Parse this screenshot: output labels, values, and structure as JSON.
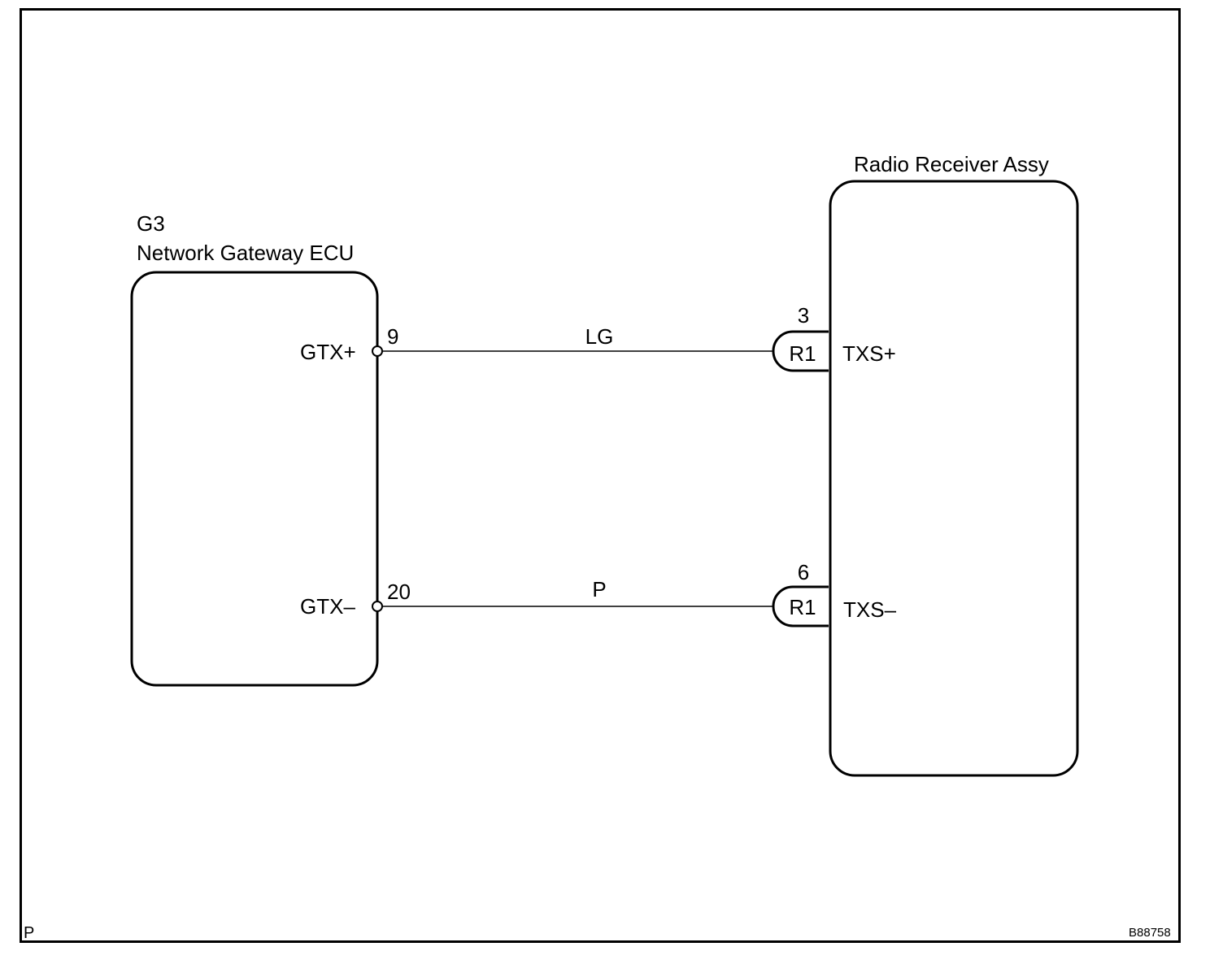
{
  "ecu": {
    "code": "G3",
    "name": "Network Gateway ECU",
    "pins": [
      {
        "number": "9",
        "signal": "GTX+"
      },
      {
        "number": "20",
        "signal": "GTX–"
      }
    ]
  },
  "receiver": {
    "name": "Radio Receiver Assy",
    "pins": [
      {
        "number": "3",
        "connector": "R1",
        "signal": "TXS+"
      },
      {
        "number": "6",
        "connector": "R1",
        "signal": "TXS–"
      }
    ]
  },
  "wires": [
    {
      "color": "LG",
      "from": "GTX+",
      "to": "TXS+"
    },
    {
      "color": "P",
      "from": "GTX–",
      "to": "TXS–"
    }
  ],
  "footer": {
    "left_mark": "P",
    "figure_code": "B88758"
  }
}
